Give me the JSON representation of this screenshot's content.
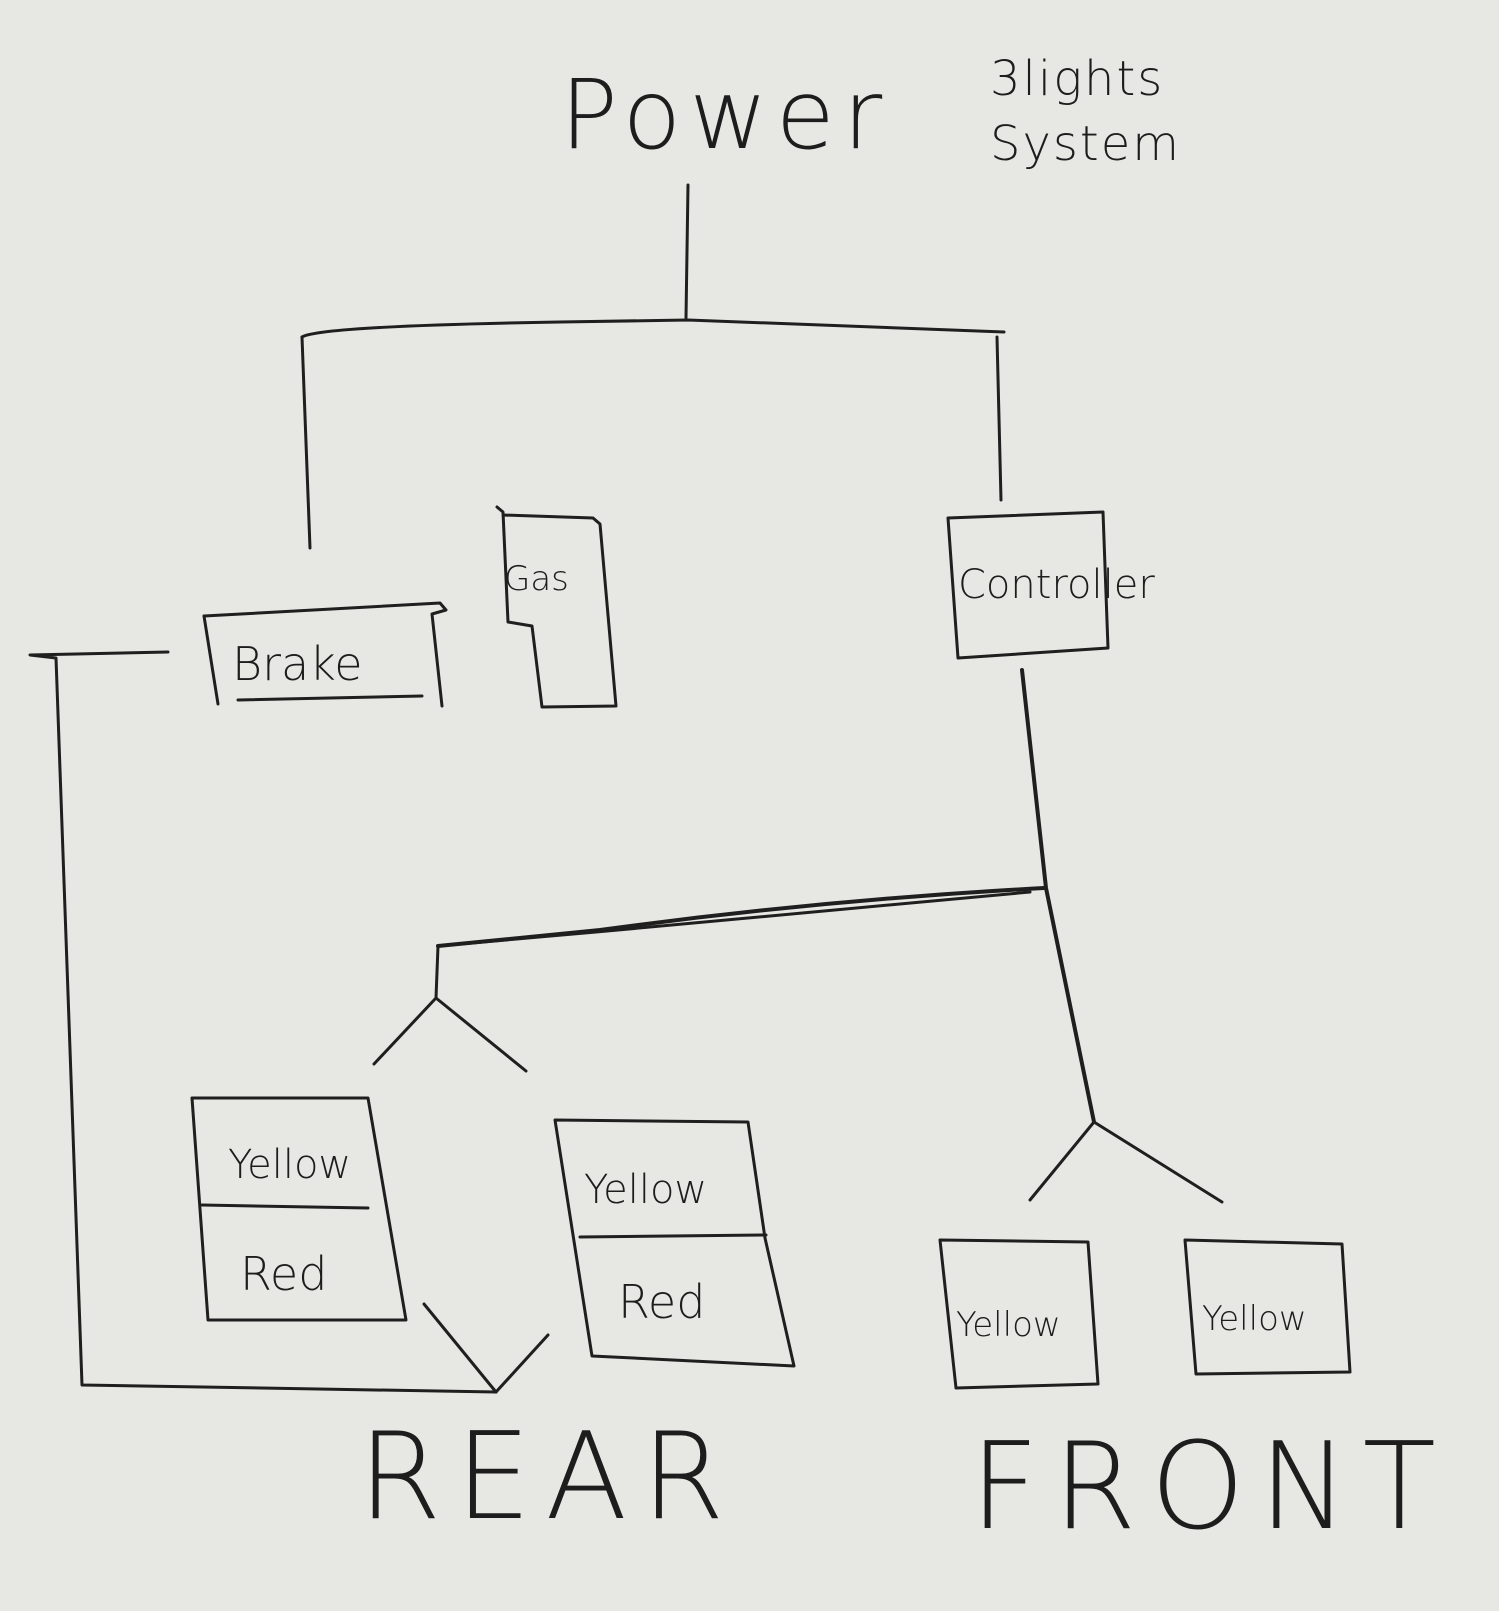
{
  "title": "Power",
  "note_line1": "3lights",
  "note_line2": "System",
  "components": {
    "brake": "Brake",
    "gas": "Gas",
    "controller": "Controller"
  },
  "rear": {
    "left_light_top": "Yellow",
    "left_light_bottom": "Red",
    "right_light_top": "Yellow",
    "right_light_bottom": "Red",
    "label": "REAR"
  },
  "front": {
    "left_light": "Yellow",
    "right_light": "Yellow",
    "label": "FRONT"
  }
}
